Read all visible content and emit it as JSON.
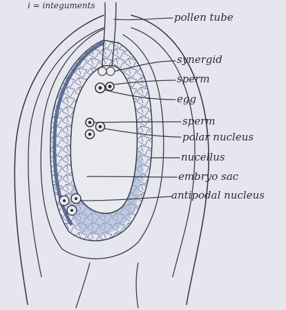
{
  "diagram": {
    "colors": {
      "paper": "#e6e6ee",
      "ink": "#3a3a40",
      "nucellus_blue": "#9fb3d8",
      "nucellus_dark": "#5b6f9a"
    },
    "labels": {
      "integument_note": "i = integuments",
      "pollen_tube": "pollen tube",
      "synergid": "synergid",
      "sperm_1": "sperm",
      "egg": "egg",
      "sperm_2": "sperm",
      "polar_nucleus": "polar nucleus",
      "nucellus": "nucellus",
      "embryo_sac": "embryo sac",
      "antipodal_nucleus": "antipodal nucleus"
    }
  }
}
